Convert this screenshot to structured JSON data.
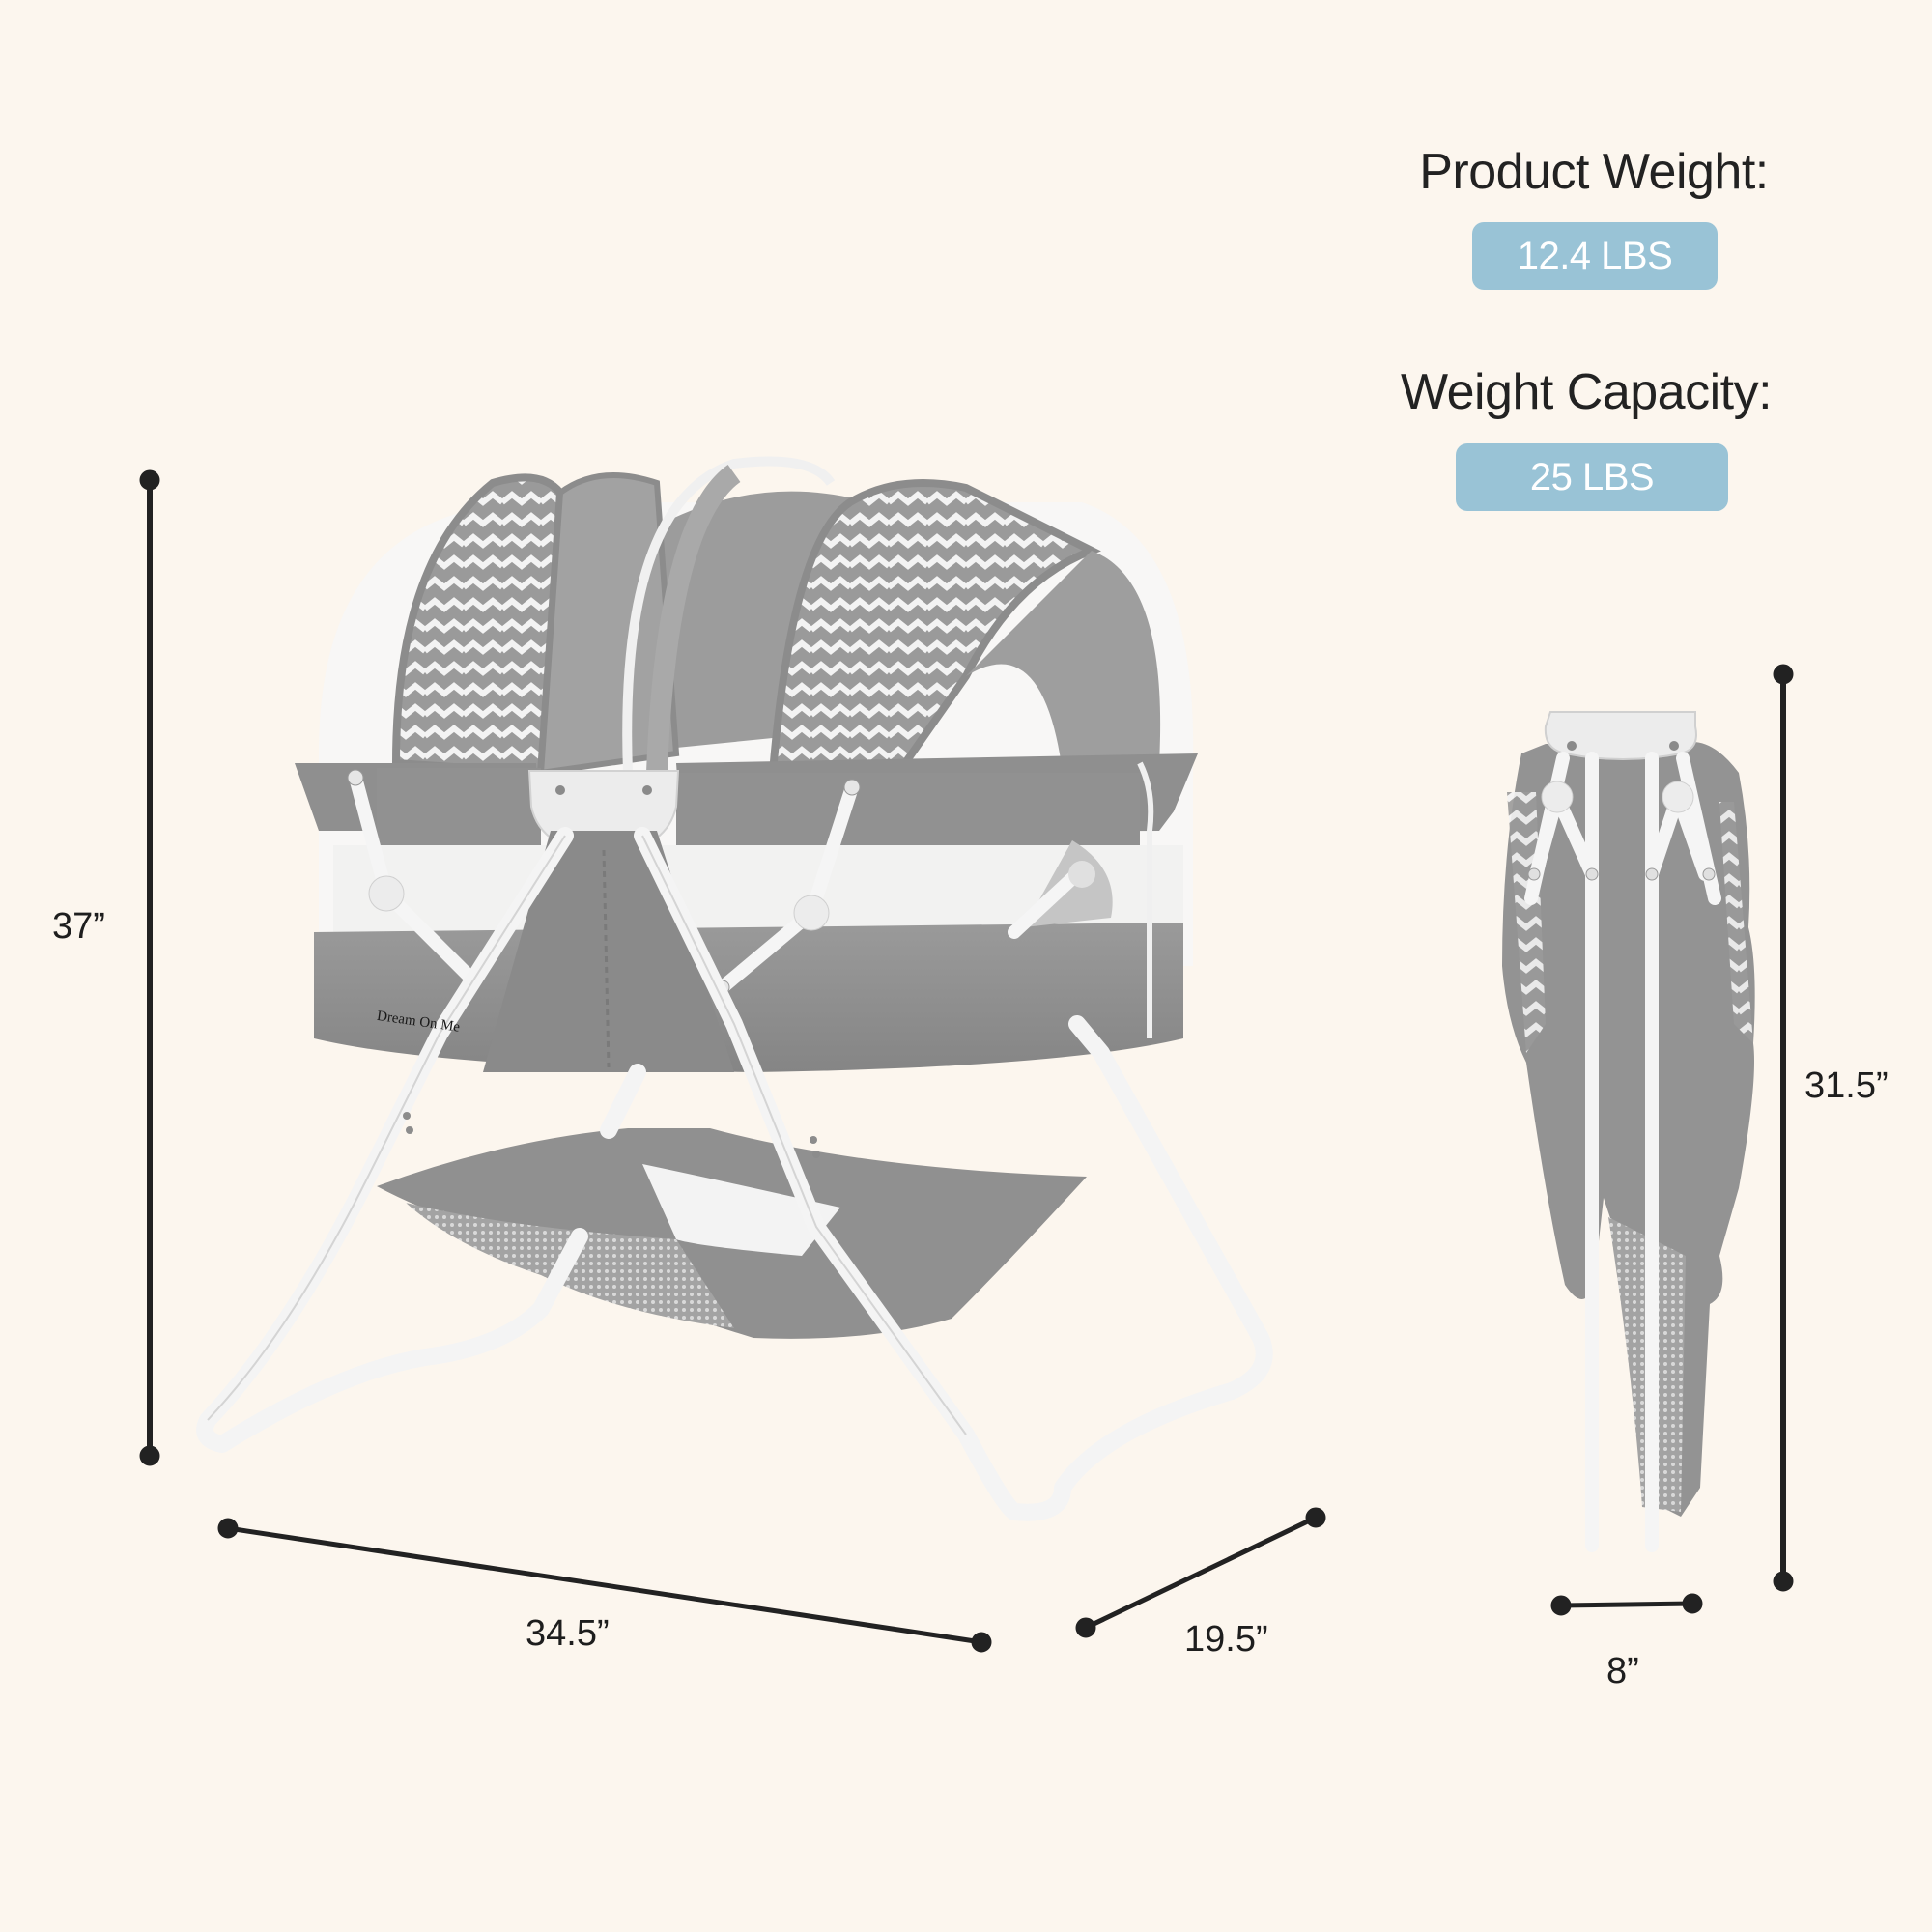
{
  "specs": {
    "product_weight": {
      "label": "Product Weight:",
      "value": "12.4 LBS"
    },
    "weight_capacity": {
      "label": "Weight Capacity:",
      "value": "25 LBS"
    }
  },
  "dimensions": {
    "assembled": {
      "height": "37”",
      "length": "34.5”",
      "width": "19.5”"
    },
    "folded": {
      "height": "31.5”",
      "width": "8”"
    }
  },
  "product": {
    "brand_logo": "Dream On Me",
    "views": [
      "assembled-bassinet",
      "folded-bassinet"
    ]
  },
  "colors": {
    "background": "#fcf6ee",
    "badge": "#99c3d6",
    "badge_text": "#ffffff",
    "text": "#222222",
    "fabric_gray": "#8e8e8e",
    "frame_white": "#f4f4f4"
  }
}
